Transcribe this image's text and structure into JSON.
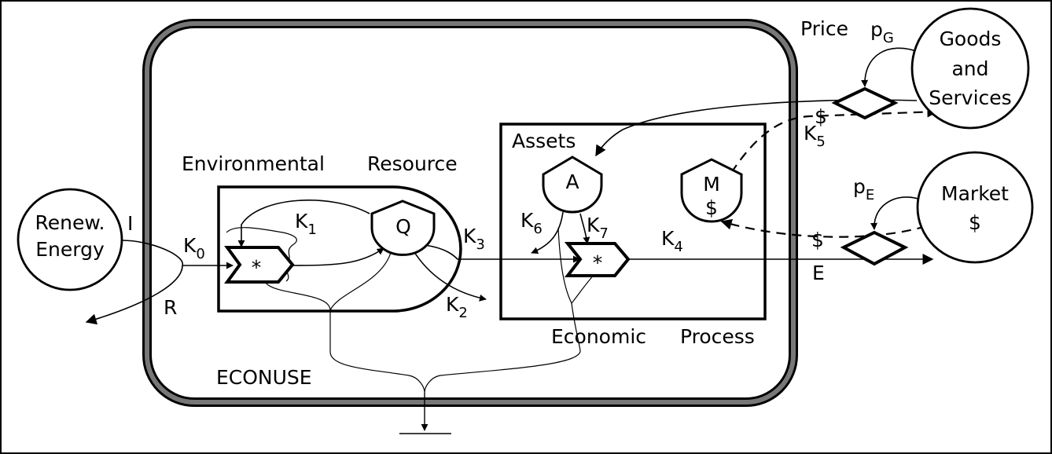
{
  "labels": {
    "source_renewable": "Renew.\nEnergy",
    "source_goods": "Goods\nand\nServices",
    "source_market": "Market\n$",
    "price": "Price",
    "environmental": "Environmental",
    "resource": "Resource",
    "assets": "Assets",
    "economic": "Economic",
    "process": "Process",
    "econuse": "ECONUSE",
    "I": "I",
    "R": "R",
    "E": "E",
    "Q": "Q",
    "A": "A",
    "M": "M",
    "M_dollar": "$",
    "star1": "*",
    "star2": "*",
    "dollar_goods": "$",
    "dollar_market": "$"
  },
  "coefficients": {
    "K0": {
      "base": "K",
      "sub": "0"
    },
    "K1": {
      "base": "K",
      "sub": "1"
    },
    "K2": {
      "base": "K",
      "sub": "2"
    },
    "K3": {
      "base": "K",
      "sub": "3"
    },
    "K4": {
      "base": "K",
      "sub": "4"
    },
    "K5": {
      "base": "K",
      "sub": "5"
    },
    "K6": {
      "base": "K",
      "sub": "6"
    },
    "K7": {
      "base": "K",
      "sub": "7"
    },
    "pG": {
      "base": "p",
      "sub": "G"
    },
    "pE": {
      "base": "p",
      "sub": "E"
    }
  }
}
